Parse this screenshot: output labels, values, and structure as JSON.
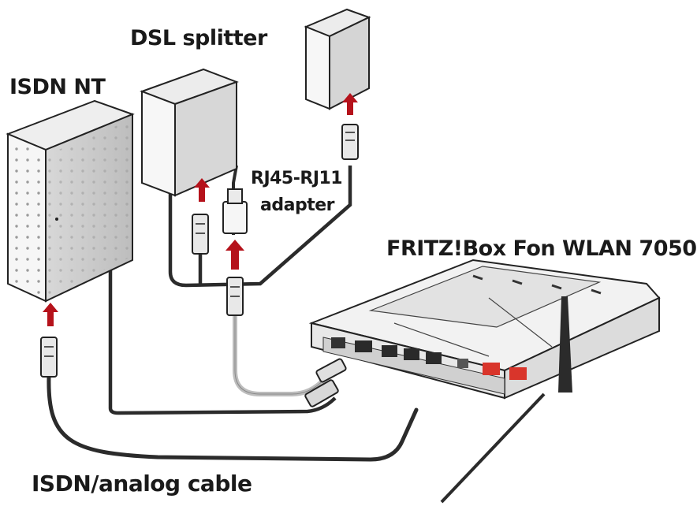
{
  "labels": {
    "isdn_nt": "ISDN NT",
    "dsl_splitter": "DSL splitter",
    "rj45_line1": "RJ45-RJ11",
    "rj45_line2": "adapter",
    "fritzbox": "FRITZ!Box Fon WLAN 7050",
    "cable": "ISDN/analog cable"
  },
  "colors": {
    "arrow": "#b5121b",
    "lan_port": "#d9352b",
    "cable_dark": "#2b2b2b",
    "cable_light": "#bdbdbd",
    "device_face": "#f4f4f4",
    "outline": "#222222"
  }
}
